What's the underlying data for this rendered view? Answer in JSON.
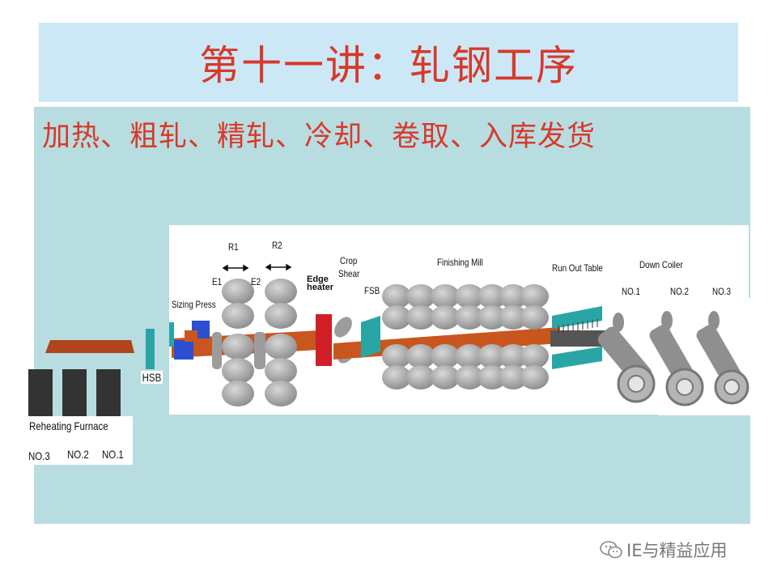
{
  "title": "第十一讲：轧钢工序",
  "subtitle": "加热、粗轧、精轧、冷却、卷取、入库发货",
  "labels": {
    "r1": "R1",
    "r2": "R2",
    "e1": "E1",
    "e2": "E2",
    "edge_heater_line1": "Edge",
    "edge_heater_line2": "heater",
    "crop_shear_line1": "Crop",
    "crop_shear_line2": "Shear",
    "finishing_mill": "Finishing Mill",
    "run_out_table": "Run Out Table",
    "down_coiler": "Down Coiler",
    "sizing_press": "Sizing Press",
    "hsb": "HSB",
    "fsb": "FSB",
    "reheating_furnace": "Reheating Furnace",
    "furnace_no3": "NO.3",
    "furnace_no2": "NO.2",
    "furnace_no1": "NO.1",
    "coiler_no1": "NO.1",
    "coiler_no2": "NO.2",
    "coiler_no3": "NO.3"
  },
  "footer": {
    "text": "IE与精益应用",
    "icon": "wechat-icon"
  },
  "colors": {
    "title_text": "#d8392b",
    "title_bg": "#cce8f6",
    "panel_bg": "#b8dde0",
    "slab": "#b0441d",
    "teal": "#2aa5a5",
    "blue": "#2b4fcf",
    "red": "#d01f27",
    "roll": "#a9a9a9"
  }
}
